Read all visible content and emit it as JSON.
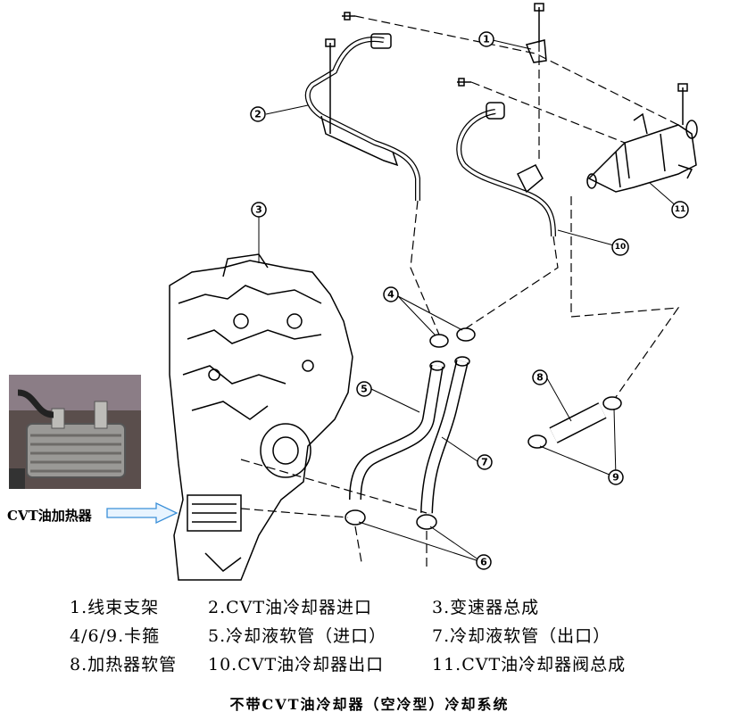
{
  "callouts": [
    "1",
    "2",
    "3",
    "4",
    "5",
    "6",
    "7",
    "8",
    "9",
    "10",
    "11",
    "4",
    "6",
    "9"
  ],
  "heater_label": "CVT油加热器",
  "legend": {
    "row1": [
      "1.线束支架",
      "2.CVT油冷却器进口",
      "3.变速器总成"
    ],
    "row2": [
      "4/6/9.卡箍",
      "5.冷却液软管（进口）",
      "7.冷却液软管（出口）"
    ],
    "row3": [
      "8.加热器软管",
      "10.CVT油冷却器出口",
      "11.CVT油冷却器阀总成"
    ]
  },
  "caption": "不带CVT油冷却器（空冷型）冷却系统"
}
